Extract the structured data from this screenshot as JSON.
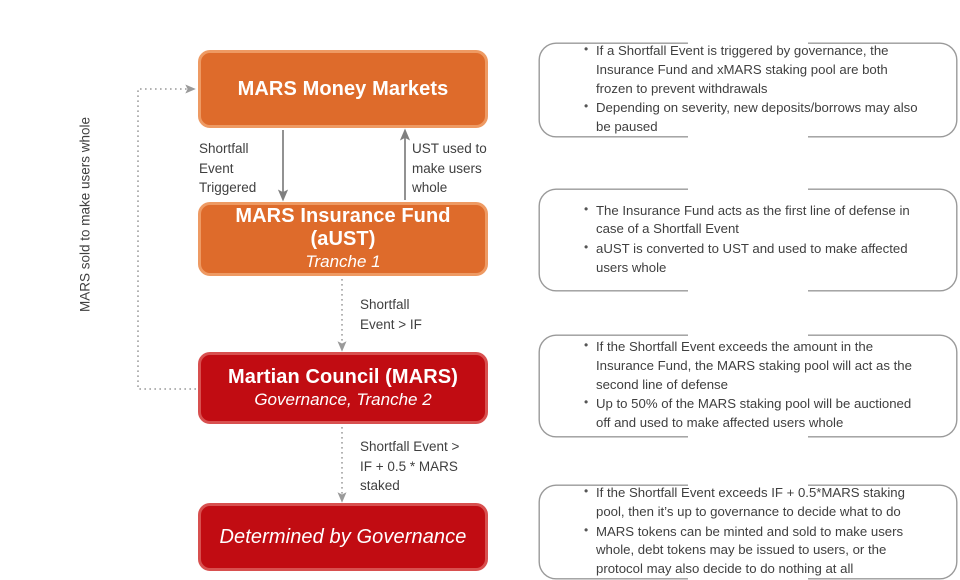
{
  "colors": {
    "orange_fill": "#DE6B2B",
    "orange_border": "#EE9A63",
    "red_fill": "#C10C12",
    "red_border": "#D8504F",
    "text_dark": "#3F3F3F",
    "connector_gray": "#7F7F7F",
    "bracket_gray": "#9A9A9A"
  },
  "diagram": {
    "nodes": [
      {
        "id": "money-markets",
        "title": "MARS Money Markets",
        "subtitle": "",
        "style": "orange"
      },
      {
        "id": "insurance-fund",
        "title": "MARS Insurance Fund (aUST)",
        "subtitle": "Tranche 1",
        "style": "orange"
      },
      {
        "id": "martian-council",
        "title": "Martian Council (MARS)",
        "subtitle": "Governance, Tranche 2",
        "style": "red"
      },
      {
        "id": "determined-by-governance",
        "title": "Determined by Governance",
        "subtitle": "",
        "style": "red"
      }
    ],
    "connector_labels": {
      "shortfall_event_triggered": "Shortfall\nEvent\nTriggered",
      "ust_used_to_make_users_whole": "UST used to\nmake users\nwhole",
      "shortfall_event_gt_if": "Shortfall\nEvent > IF",
      "shortfall_event_gt_if_mars": "Shortfall Event >\nIF + 0.5 * MARS\nstaked",
      "mars_sold_to_make_users_whole": "MARS sold to make users whole"
    }
  },
  "notes": [
    {
      "id": "note-money-markets",
      "bullets": [
        "If a Shortfall Event is triggered by governance, the Insurance Fund and xMARS staking pool are both frozen to prevent withdrawals",
        "Depending on severity, new deposits/borrows may also be paused"
      ]
    },
    {
      "id": "note-insurance-fund",
      "bullets": [
        "The Insurance Fund acts as the first line of defense in case of a Shortfall Event",
        "aUST is converted to UST and used to make affected users whole"
      ]
    },
    {
      "id": "note-martian-council",
      "bullets": [
        "If the Shortfall Event exceeds the amount in the Insurance Fund, the MARS staking pool will act as the second line of defense",
        "Up to 50% of the MARS staking pool will be auctioned off and used to make affected users whole"
      ]
    },
    {
      "id": "note-governance",
      "bullets": [
        "If the Shortfall Event exceeds IF + 0.5*MARS staking pool, then it’s up to governance to decide what to do",
        "MARS tokens can be minted and sold to make users whole, debt tokens may be issued to users, or the protocol may also decide to do nothing at all"
      ]
    }
  ]
}
